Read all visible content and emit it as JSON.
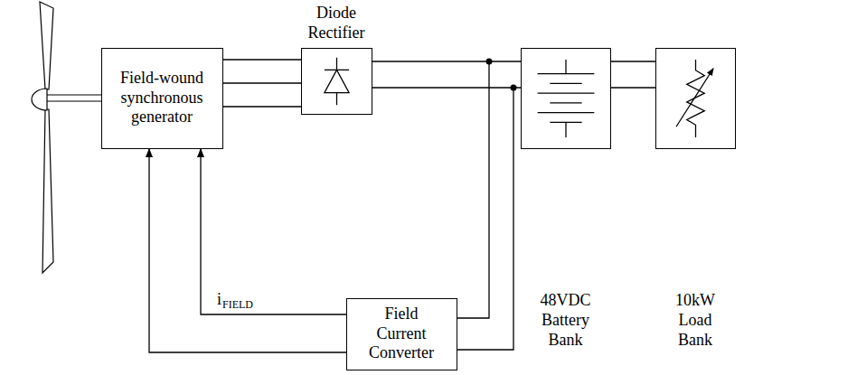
{
  "diagram": {
    "nodes": [
      {
        "text": [
          "Field-wound synchronous generator"
        ]
      },
      {
        "text": [
          "Diode Rectifier"
        ]
      },
      {
        "text": [
          "Field Current Converter"
        ]
      },
      {
        "text": [
          "48VDC Battery Bank"
        ]
      },
      {
        "text": [
          "10kW Load Bank"
        ]
      }
    ],
    "edges": [
      {
        "from": 0,
        "to": 1,
        "arrow": "none"
      },
      {
        "from": 1,
        "to": 3,
        "arrow": "none"
      },
      {
        "from": 1,
        "to": 2,
        "arrow": "none"
      },
      {
        "from": 3,
        "to": 4,
        "arrow": "none"
      },
      {
        "from": 2,
        "to": 0,
        "arrow": "to"
      }
    ],
    "labels": [
      "i",
      "FIELD"
    ]
  }
}
